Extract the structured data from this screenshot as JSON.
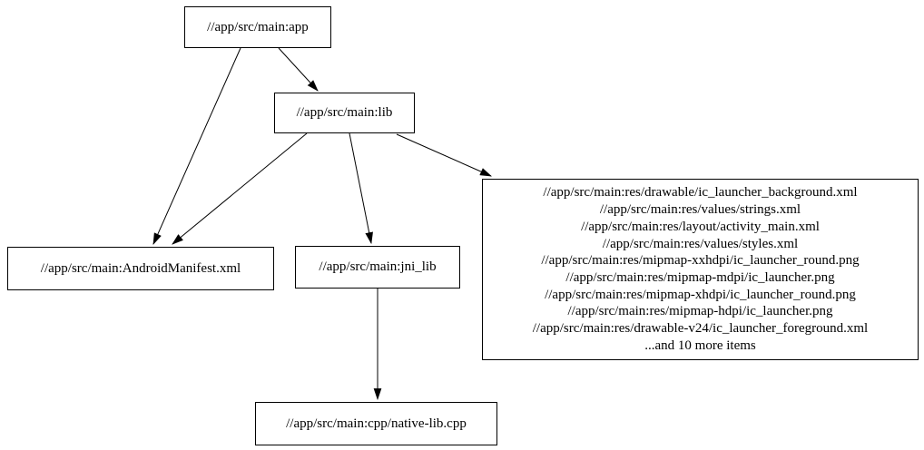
{
  "diagram": {
    "type": "dependency-graph",
    "background": "#ffffff",
    "node_border_color": "#000000",
    "edge_color": "#000000",
    "text_color": "#000000"
  },
  "nodes": {
    "app": {
      "label": "//app/src/main:app"
    },
    "lib": {
      "label": "//app/src/main:lib"
    },
    "manifest": {
      "label": "//app/src/main:AndroidManifest.xml"
    },
    "jni_lib": {
      "label": "//app/src/main:jni_lib"
    },
    "cpp": {
      "label": "//app/src/main:cpp/native-lib.cpp"
    },
    "res_group": {
      "lines": [
        "//app/src/main:res/drawable/ic_launcher_background.xml",
        "//app/src/main:res/values/strings.xml",
        "//app/src/main:res/layout/activity_main.xml",
        "//app/src/main:res/values/styles.xml",
        "//app/src/main:res/mipmap-xxhdpi/ic_launcher_round.png",
        "//app/src/main:res/mipmap-mdpi/ic_launcher.png",
        "//app/src/main:res/mipmap-xhdpi/ic_launcher_round.png",
        "//app/src/main:res/mipmap-hdpi/ic_launcher.png",
        "//app/src/main:res/drawable-v24/ic_launcher_foreground.xml",
        "...and 10 more items"
      ]
    }
  },
  "edges": [
    {
      "from": "//app/src/main:app",
      "to": "//app/src/main:AndroidManifest.xml"
    },
    {
      "from": "//app/src/main:app",
      "to": "//app/src/main:lib"
    },
    {
      "from": "//app/src/main:lib",
      "to": "//app/src/main:AndroidManifest.xml"
    },
    {
      "from": "//app/src/main:lib",
      "to": "//app/src/main:jni_lib"
    },
    {
      "from": "//app/src/main:lib",
      "to": "res_group"
    },
    {
      "from": "//app/src/main:jni_lib",
      "to": "//app/src/main:cpp/native-lib.cpp"
    }
  ]
}
